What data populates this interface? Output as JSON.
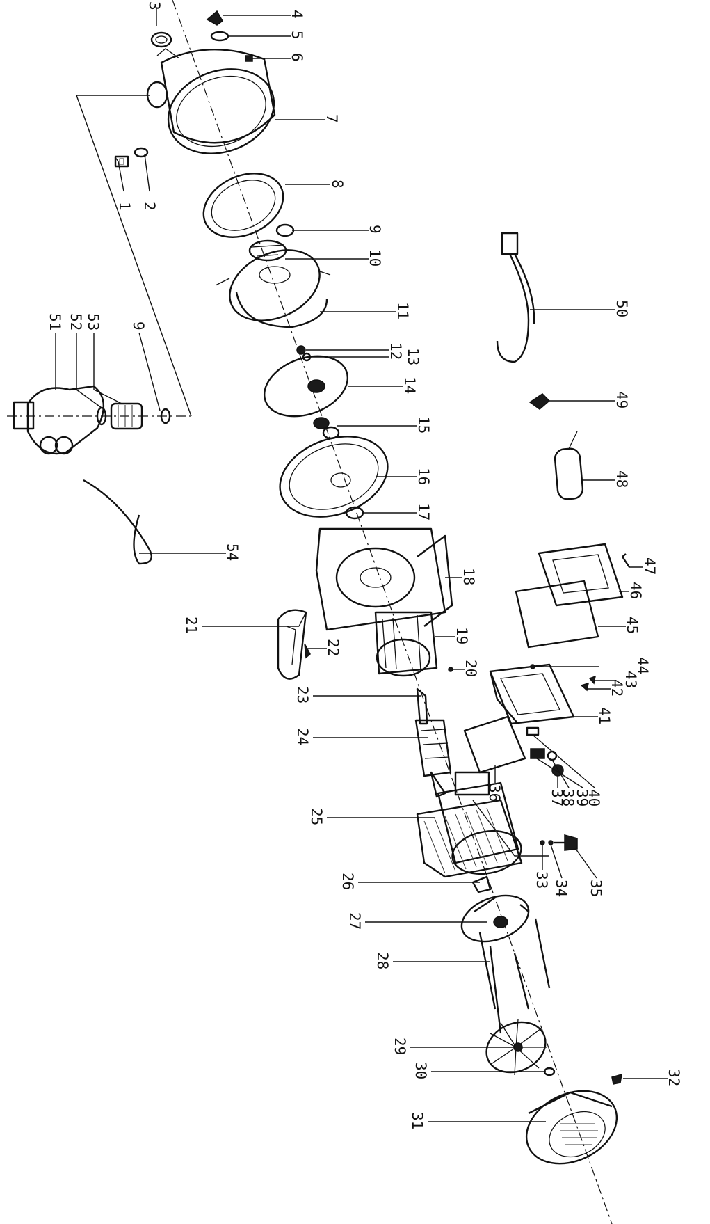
{
  "diagram": {
    "labels": {
      "l1": "1",
      "l2": "2",
      "l3": "3",
      "l4": "4",
      "l5": "5",
      "l6": "6",
      "l7": "7",
      "l8": "8",
      "l9a": "9",
      "l9b": "9",
      "l10": "10",
      "l11": "11",
      "l12": "12",
      "l13": "13",
      "l14": "14",
      "l15": "15",
      "l16": "16",
      "l17": "17",
      "l18": "18",
      "l19": "19",
      "l20": "20",
      "l21": "21",
      "l22": "22",
      "l23": "23",
      "l24": "24",
      "l25": "25",
      "l26": "26",
      "l27": "27",
      "l28": "28",
      "l29": "29",
      "l30": "30",
      "l31": "31",
      "l32": "32",
      "l33": "33",
      "l34": "34",
      "l35": "35",
      "l36": "36",
      "l37": "37",
      "l38": "38",
      "l39": "39",
      "l40": "40",
      "l41": "41",
      "l42": "42",
      "l43": "43",
      "l44": "44",
      "l45": "45",
      "l46": "46",
      "l47": "47",
      "l48": "48",
      "l49": "49",
      "l50": "50",
      "l51": "51",
      "l52": "52",
      "l53": "53",
      "l54": "54"
    }
  }
}
